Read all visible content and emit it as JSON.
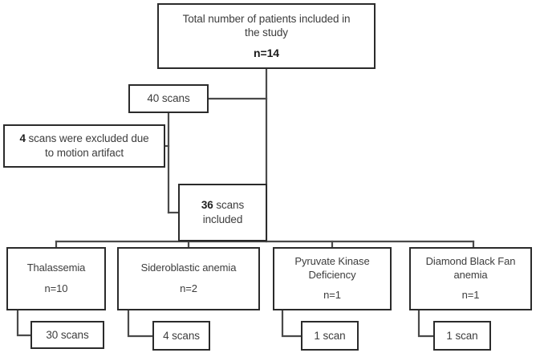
{
  "diagram": {
    "type": "flowchart",
    "title_node": {
      "line1": "Total number of patients included in",
      "line2": "the study",
      "count": "n=14"
    },
    "scans_total": {
      "label": "40 scans"
    },
    "excluded": {
      "count": "4",
      "text": " scans were excluded due",
      "line2": "to motion artifact"
    },
    "included": {
      "count": "36",
      "text": " scans",
      "line2": "included"
    },
    "groups": [
      {
        "name": "thalassemia",
        "line1": "Thalassemia",
        "line2": "",
        "n": "n=10",
        "scans": "30 scans"
      },
      {
        "name": "sideroblastic-anemia",
        "line1": "Sideroblastic anemia",
        "line2": "",
        "n": "n=2",
        "scans": "4 scans"
      },
      {
        "name": "pyruvate-kinase-deficiency",
        "line1": "Pyruvate Kinase",
        "line2": "Deficiency",
        "n": "n=1",
        "scans": "1 scan"
      },
      {
        "name": "diamond-black-fan-anemia",
        "line1": "Diamond Black Fan",
        "line2": "anemia",
        "n": "n=1",
        "scans": "1 scan"
      }
    ],
    "colors": {
      "border": "#2b2b2b",
      "text": "#3d3d3d",
      "connector": "#4a4a4a",
      "background": "#ffffff"
    }
  }
}
